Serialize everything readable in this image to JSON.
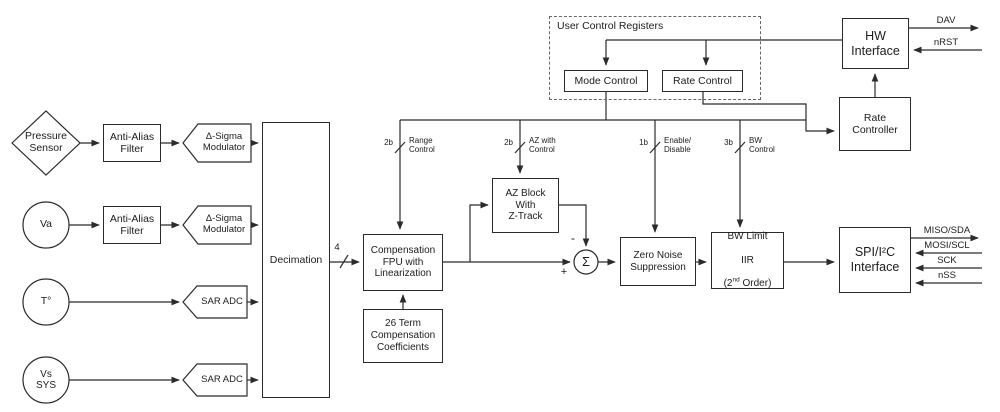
{
  "diagram": {
    "inputs": {
      "pressure": "Pressure\nSensor",
      "va": "Va",
      "temp": "T°",
      "vs": "Vs\nSYS"
    },
    "blocks": {
      "anti_alias_filter": "Anti-Alias\nFilter",
      "delta_sigma": "Δ-Sigma\nModulator",
      "sar_adc": "SAR ADC",
      "decimation": "Decimation",
      "comp_fpu": "Compensation\nFPU with\nLinearization",
      "coefficients": "26 Term\nCompensation\nCoefficients",
      "az_block": "AZ Block\nWith\nZ-Track",
      "sigma": "Σ",
      "zero_noise": "Zero Noise\nSuppression",
      "bw_limit": {
        "line1": "BW Limit",
        "line2": "IIR",
        "line3_pre": "(2",
        "line3_sup": "nd",
        "line3_post": " Order)"
      },
      "spi_interface": "SPI/I²C\nInterface",
      "hw_interface": "HW\nInterface",
      "rate_controller": "Rate\nController",
      "user_control_registers": "User Control Registers",
      "mode_control": "Mode Control",
      "rate_control": "Rate Control"
    },
    "signals": {
      "bus_width": "4",
      "range": {
        "bits": "2b",
        "label": "Range\nControl"
      },
      "az": {
        "bits": "2b",
        "label": "AZ with\nControl"
      },
      "enable": {
        "bits": "1b",
        "label": "Enable/\nDisable"
      },
      "bw": {
        "bits": "3b",
        "label": "BW\nControl"
      },
      "minus": "-",
      "plus": "+"
    },
    "pins": {
      "dav": "DAV",
      "nrst": "nRST",
      "miso_sda": "MISO/SDA",
      "mosi_scl": "MOSI/SCL",
      "sck": "SCK",
      "nss": "nSS"
    }
  }
}
